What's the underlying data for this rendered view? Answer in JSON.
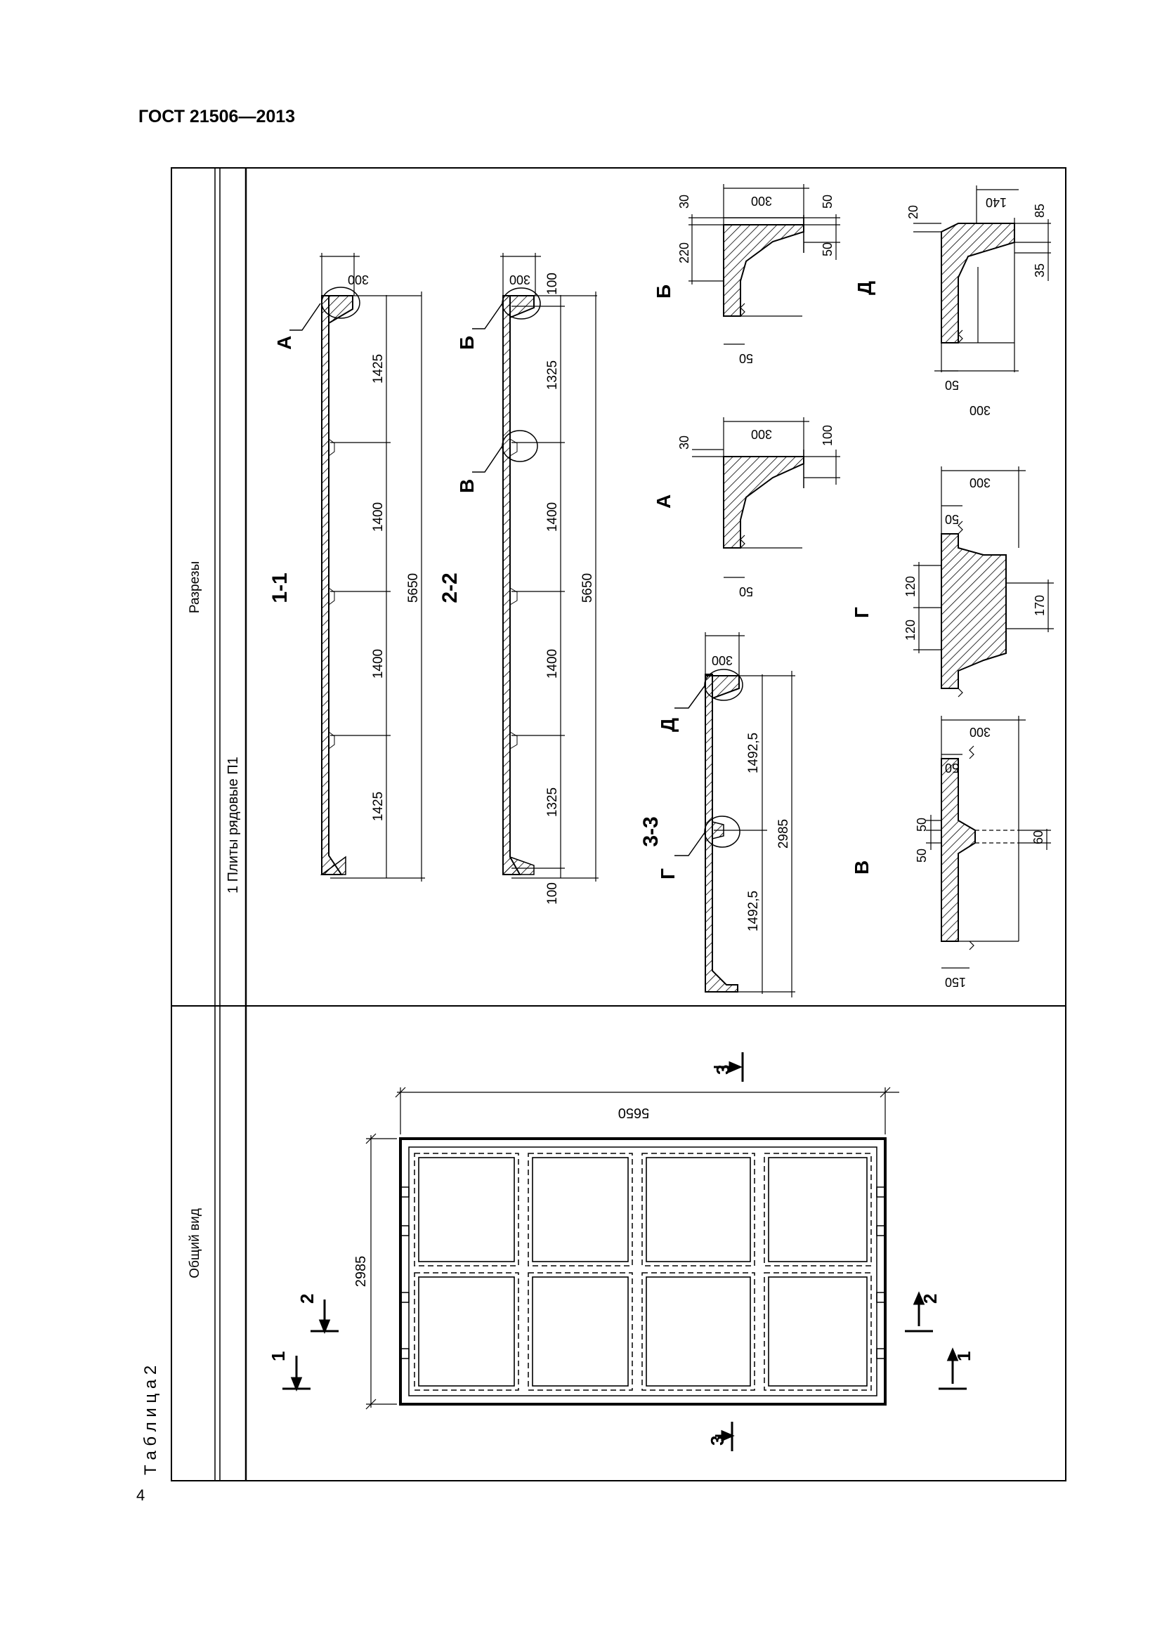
{
  "header": {
    "doc_id": "ГОСТ 21506—2013"
  },
  "page_number": "4",
  "table": {
    "caption": "Т а б л и ц а  2",
    "col_general": "Общий вид",
    "col_sections": "Разрезы",
    "row_label": "1  Плиты рядовые П1"
  },
  "plan": {
    "dim_length": "5650",
    "dim_width": "2985",
    "cut_1": "1",
    "cut_2": "2",
    "cut_3": "3"
  },
  "section_1": {
    "title": "1-1",
    "callout": "А",
    "span_a": "1425",
    "span_b": "1400",
    "span_c": "1400",
    "span_d": "1425",
    "total": "5650",
    "height": "300"
  },
  "section_2": {
    "title": "2-2",
    "callout_end": "Б",
    "callout_rib": "В",
    "span_a": "1325",
    "span_b": "1400",
    "span_c": "1400",
    "span_d": "1325",
    "end_offset_top": "100",
    "end_offset_bottom": "100",
    "total": "5650",
    "height": "300"
  },
  "section_3": {
    "title": "3-3",
    "callout_end": "Д",
    "callout_rib": "Г",
    "span_a": "1492,5",
    "span_b": "1492,5",
    "total": "2985",
    "height": "300"
  },
  "detail_a": {
    "label": "А",
    "d_300": "300",
    "d_30": "30",
    "d_100": "100",
    "d_50": "50"
  },
  "detail_b": {
    "label": "Б",
    "d_300": "300",
    "d_30": "30",
    "d_220": "220",
    "d_50a": "50",
    "d_50b": "50",
    "d_50c": "50"
  },
  "detail_v": {
    "label": "В",
    "d_300": "300",
    "d_50a": "50",
    "d_50b": "50",
    "d_50c": "50",
    "d_60": "60",
    "d_150": "150"
  },
  "detail_g": {
    "label": "Г",
    "d_300": "300",
    "d_50": "50",
    "d_120a": "120",
    "d_120b": "120",
    "d_170": "170"
  },
  "detail_d": {
    "label": "Д",
    "d_140": "140",
    "d_20": "20",
    "d_85": "85",
    "d_35": "35",
    "d_50": "50",
    "d_300": "300"
  }
}
